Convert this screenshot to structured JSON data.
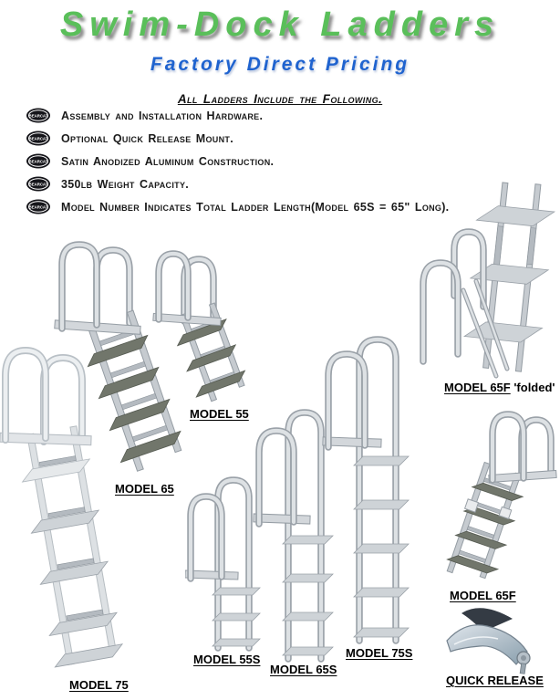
{
  "header": {
    "title": "Swim-Dock Ladders",
    "subtitle": "Factory Direct Pricing",
    "title_color": "#5abf5a",
    "subtitle_color": "#1f63cf"
  },
  "features": {
    "heading": "All Ladders Include the Following.",
    "bullet_icon": "bearcat-logo",
    "bullet_text": "BEARCAT",
    "items": [
      "Assembly and Installation Hardware.",
      "Optional Quick Release Mount.",
      "Satin Anodized Aluminum Construction.",
      "350lb Weight Capacity.",
      "Model Number Indicates Total Ladder Length(Model 65S = 65\" Long)."
    ]
  },
  "products": [
    {
      "id": "model-65f-folded",
      "label": "MODEL 65F",
      "suffix": " 'folded'"
    },
    {
      "id": "model-55",
      "label": "MODEL 55",
      "suffix": ""
    },
    {
      "id": "model-65",
      "label": "MODEL 65",
      "suffix": ""
    },
    {
      "id": "model-75",
      "label": "MODEL 75",
      "suffix": ""
    },
    {
      "id": "model-55s",
      "label": "MODEL 55S",
      "suffix": ""
    },
    {
      "id": "model-65s",
      "label": "MODEL 65S",
      "suffix": ""
    },
    {
      "id": "model-75s",
      "label": "MODEL 75S",
      "suffix": ""
    },
    {
      "id": "model-65f",
      "label": "MODEL 65F",
      "suffix": ""
    },
    {
      "id": "quick-release",
      "label": "QUICK RELEASE",
      "suffix": ""
    }
  ],
  "colors": {
    "ladder_aluminum": "#c6cbd0",
    "tread_dark": "#71766b",
    "label_color": "#000000",
    "quick_release_fin": "#343b44"
  }
}
